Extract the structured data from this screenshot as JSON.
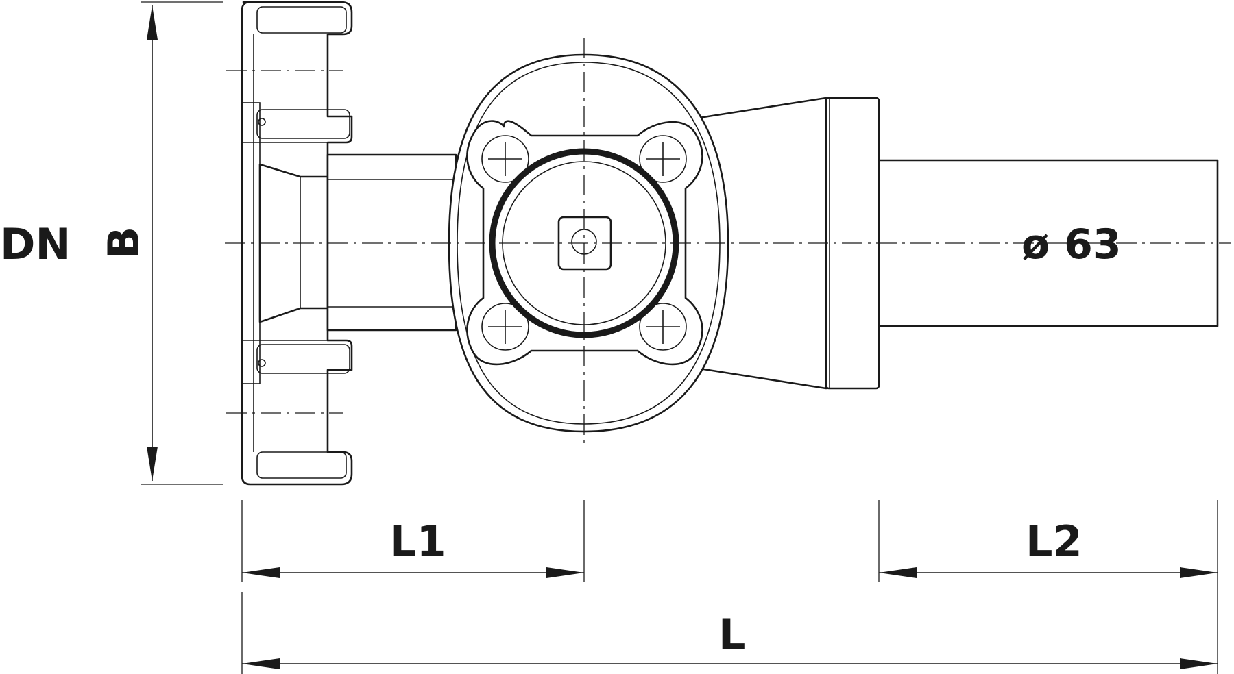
{
  "labels": {
    "dn": "DN",
    "b": "B",
    "diameter": "ø 63",
    "l1": "L1",
    "l2": "L2",
    "l": "L"
  }
}
